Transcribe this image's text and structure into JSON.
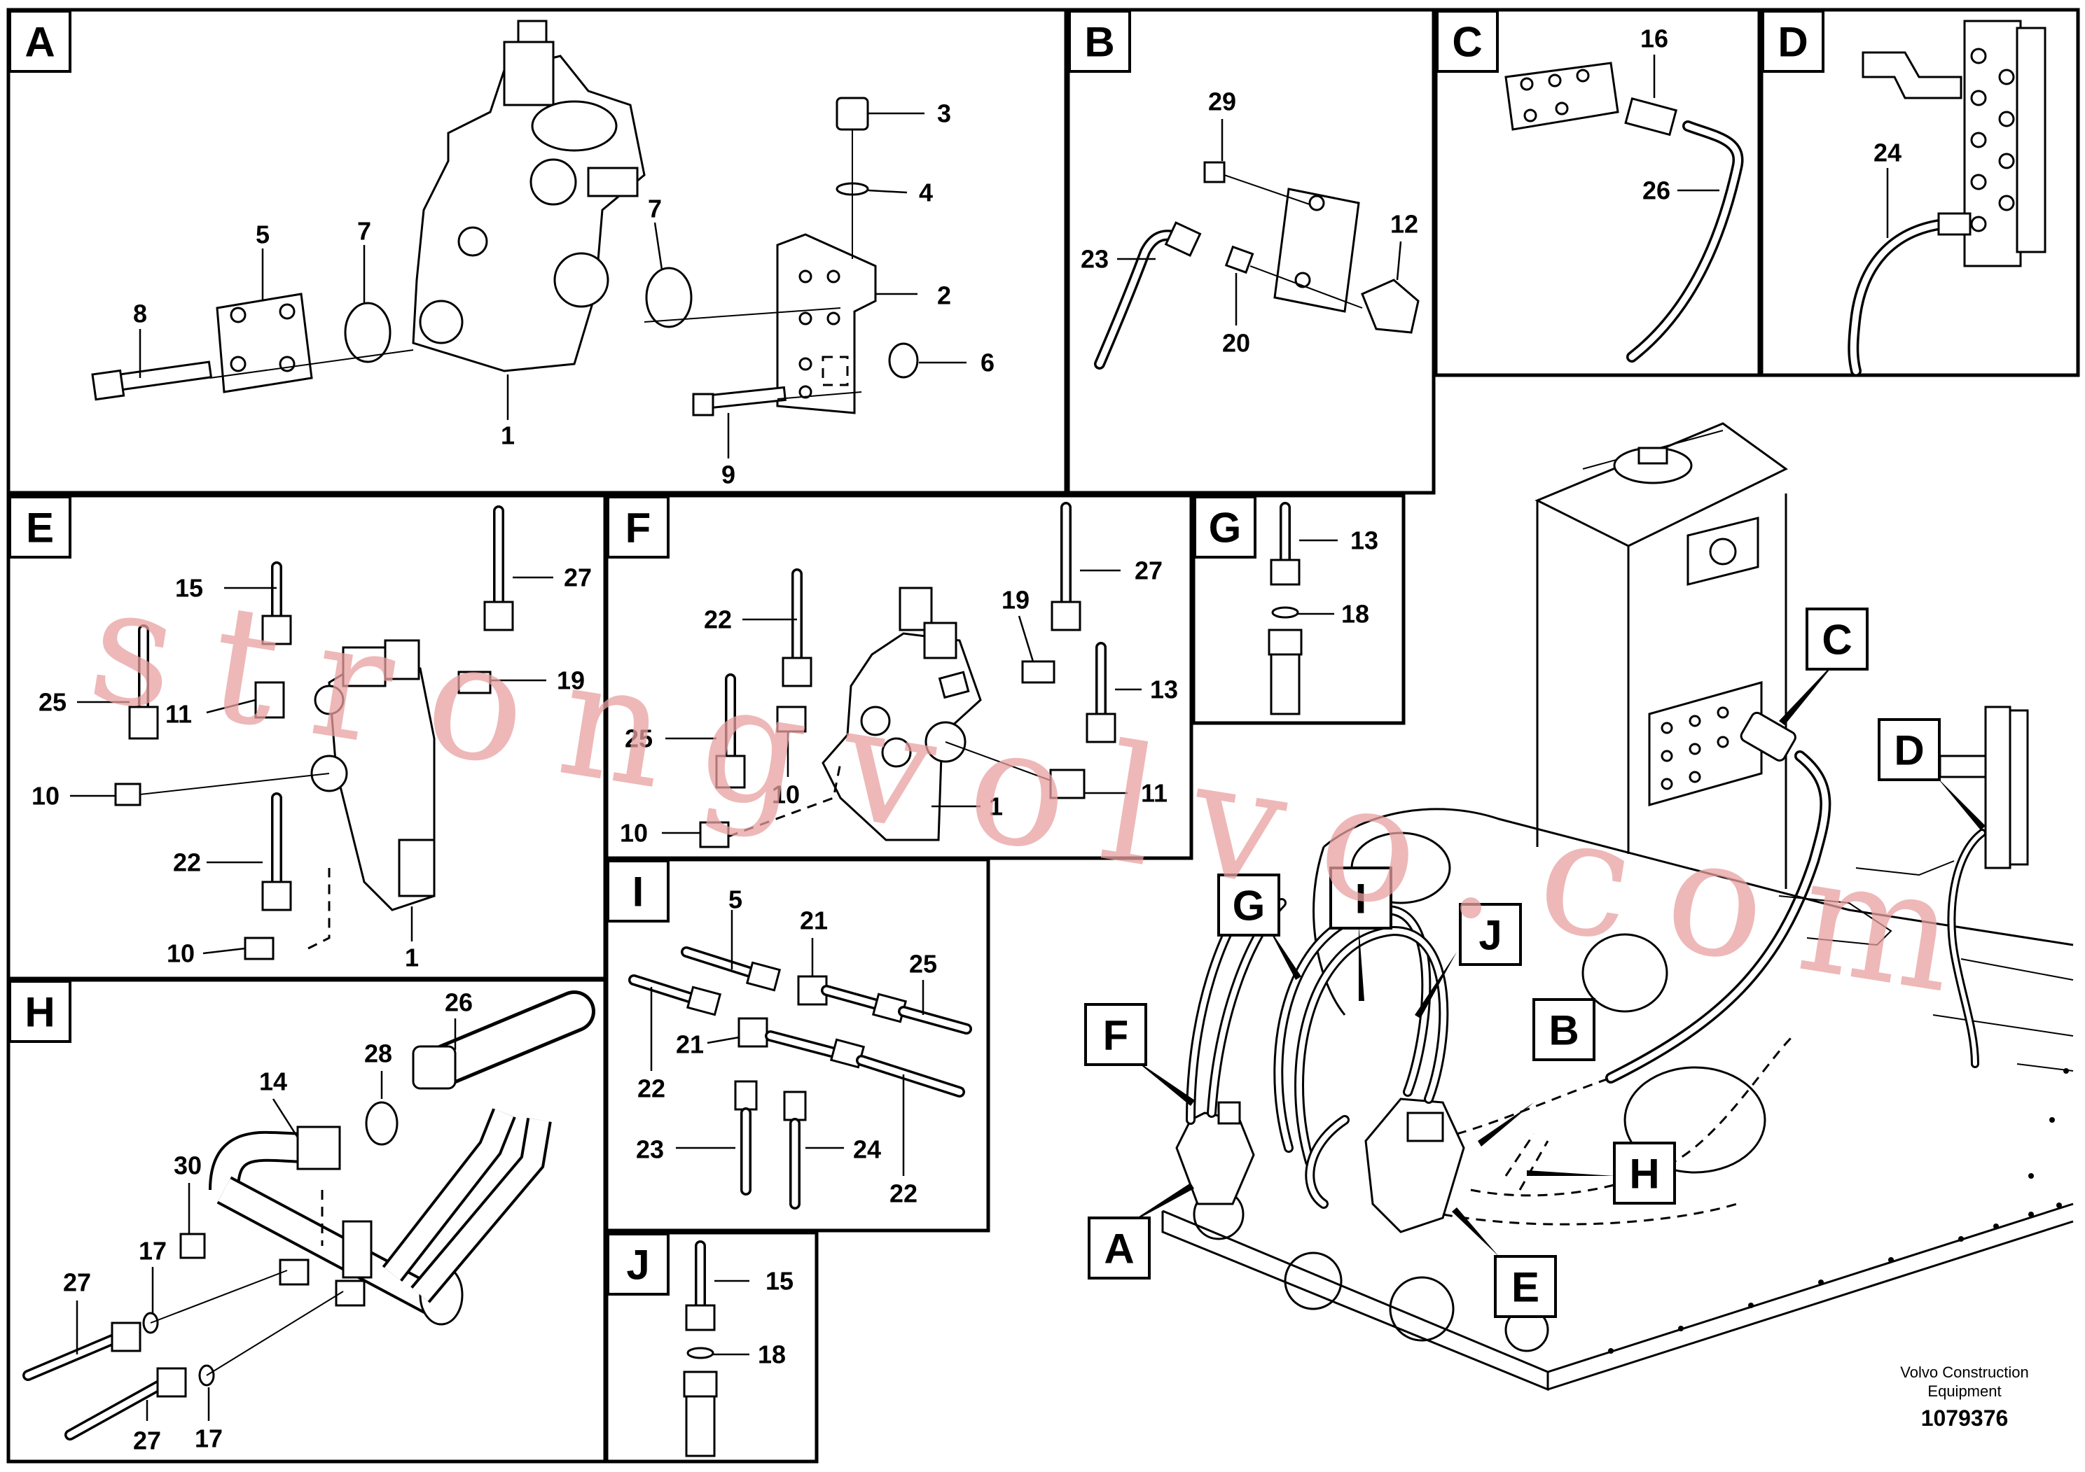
{
  "panels": [
    {
      "id": "A",
      "label": "A"
    },
    {
      "id": "B",
      "label": "B"
    },
    {
      "id": "C",
      "label": "C"
    },
    {
      "id": "D",
      "label": "D"
    },
    {
      "id": "E",
      "label": "E"
    },
    {
      "id": "F",
      "label": "F"
    },
    {
      "id": "G",
      "label": "G"
    },
    {
      "id": "H",
      "label": "H"
    },
    {
      "id": "I",
      "label": "I"
    },
    {
      "id": "J",
      "label": "J"
    }
  ],
  "callouts": {
    "A": [
      "3",
      "4",
      "2",
      "6",
      "7",
      "7",
      "5",
      "8",
      "1",
      "9"
    ],
    "B": [
      "29",
      "12",
      "23",
      "20"
    ],
    "C": [
      "16",
      "26"
    ],
    "D": [
      "24"
    ],
    "E": [
      "15",
      "27",
      "19",
      "25",
      "11",
      "10",
      "22",
      "10",
      "1"
    ],
    "F": [
      "22",
      "19",
      "27",
      "13",
      "25",
      "10",
      "11",
      "1",
      "10"
    ],
    "G": [
      "13",
      "18"
    ],
    "H": [
      "28",
      "26",
      "14",
      "30",
      "17",
      "27",
      "27",
      "17"
    ],
    "I": [
      "5",
      "21",
      "25",
      "21",
      "22",
      "23",
      "24",
      "22"
    ],
    "J": [
      "15",
      "18"
    ]
  },
  "overview_tags": [
    "C",
    "D",
    "G",
    "I",
    "J",
    "F",
    "B",
    "H",
    "A",
    "E"
  ],
  "footer": {
    "company_line1": "Volvo Construction",
    "company_line2": "Equipment",
    "drawing_number": "1079376"
  },
  "watermark": "strongvolvo.com"
}
